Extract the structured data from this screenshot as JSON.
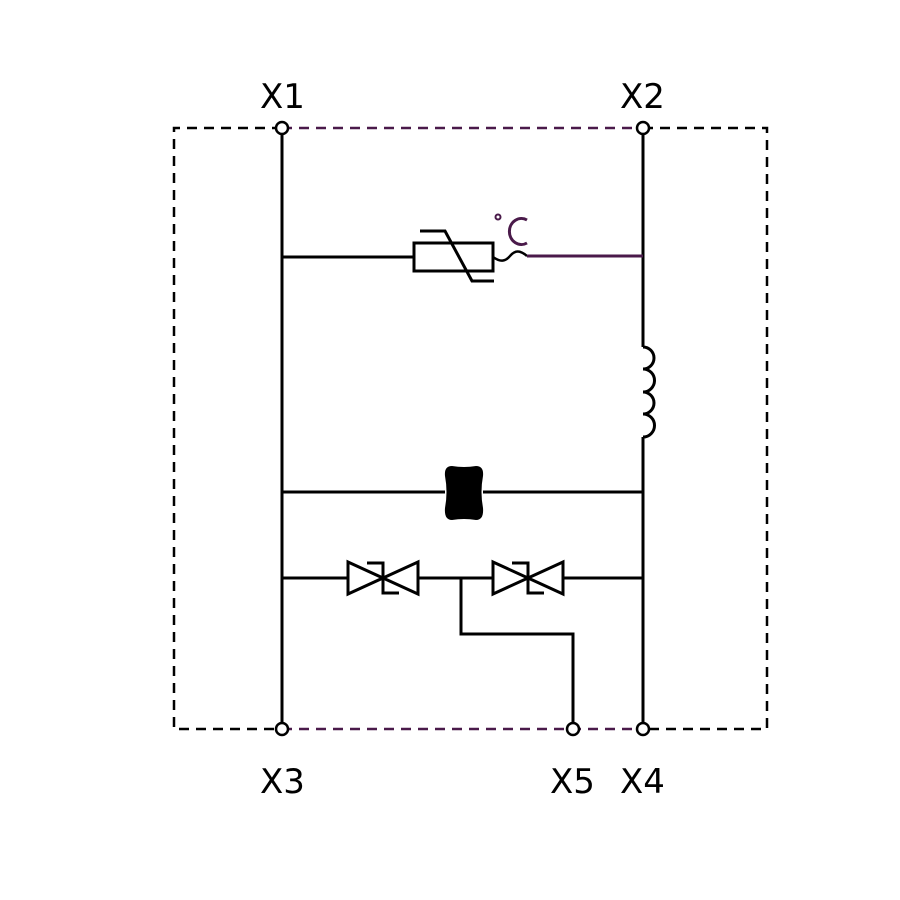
{
  "terminals": {
    "x1": "X1",
    "x2": "X2",
    "x3": "X3",
    "x4": "X4",
    "x5": "X5"
  },
  "thermistor_unit": "°C",
  "colors": {
    "line": "#000000",
    "accent": "#4a1a4a"
  }
}
